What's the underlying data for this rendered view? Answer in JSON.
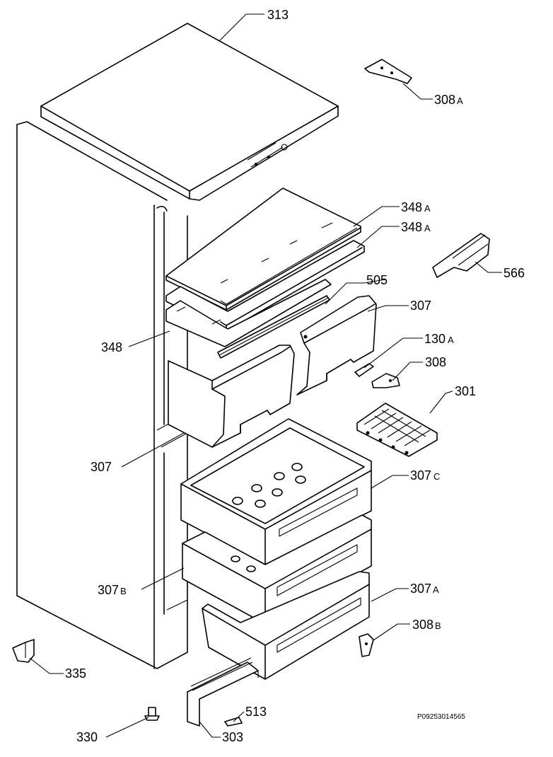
{
  "callouts": {
    "c313": {
      "num": "313",
      "suffix": ""
    },
    "c308a": {
      "num": "308",
      "suffix": "A"
    },
    "c348a1": {
      "num": "348",
      "suffix": "A"
    },
    "c348a2": {
      "num": "348",
      "suffix": "A"
    },
    "c566": {
      "num": "566",
      "suffix": ""
    },
    "c505": {
      "num": "505",
      "suffix": ""
    },
    "c307r": {
      "num": "307",
      "suffix": ""
    },
    "c348": {
      "num": "348",
      "suffix": ""
    },
    "c130a": {
      "num": "130",
      "suffix": "A"
    },
    "c308": {
      "num": "308",
      "suffix": ""
    },
    "c301": {
      "num": "301",
      "suffix": ""
    },
    "c307l": {
      "num": "307",
      "suffix": ""
    },
    "c307c": {
      "num": "307",
      "suffix": "C"
    },
    "c307a": {
      "num": "307",
      "suffix": "A"
    },
    "c307b": {
      "num": "307",
      "suffix": "B"
    },
    "c308b": {
      "num": "308",
      "suffix": "B"
    },
    "c335": {
      "num": "335",
      "suffix": ""
    },
    "c513": {
      "num": "513",
      "suffix": ""
    },
    "c330": {
      "num": "330",
      "suffix": ""
    },
    "c303": {
      "num": "303",
      "suffix": ""
    }
  },
  "reference_code": "P09253014565"
}
